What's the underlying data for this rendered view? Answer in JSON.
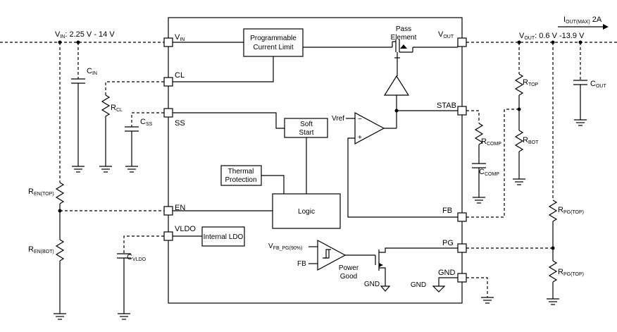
{
  "inputs": {
    "vin_main": "V",
    "vin_sub": "IN",
    "vin_range": ": 2.25 V - 14 V",
    "cin_main": "C",
    "cin_sub": "IN",
    "rcl_main": "R",
    "rcl_sub": "CL",
    "css_main": "C",
    "css_sub": "SS",
    "ren_top_main": "R",
    "ren_top_sub": "EN(TOP)",
    "ren_bot_main": "R",
    "ren_bot_sub": "EN(BOT)",
    "cvldo_main": "C",
    "cvldo_sub": "VLDO"
  },
  "pins": {
    "vin_main": "V",
    "vin_sub": "IN",
    "cl": "CL",
    "ss": "SS",
    "en": "EN",
    "vldo": "VLDO",
    "vout_main": "V",
    "vout_sub": "OUT",
    "stab": "STAB",
    "fb": "FB",
    "pg": "PG",
    "gnd": "GND"
  },
  "blocks": {
    "current_limit_line1": "Programmable",
    "current_limit_line2": "Current Limit",
    "pass_line1": "Pass",
    "pass_line2": "Element",
    "soft_line1": "Soft",
    "soft_line2": "Start",
    "vref": "Vref",
    "thermal_line1": "Thermal",
    "thermal_line2": "Protection",
    "logic": "Logic",
    "ldo": "Internal LDO",
    "vfb_main": "V",
    "vfb_sub": "FB_PG(90%)",
    "fb_in": "FB",
    "pg_line1": "Power",
    "pg_line2": "Good",
    "gnd1": "GND",
    "gnd2": "GND"
  },
  "outputs": {
    "iout_main": "I",
    "iout_sub": "OUT(MAX)",
    "iout_val": " 2A",
    "vout_main": "V",
    "vout_sub": "OUT",
    "vout_range": ": 0.6 V -13.9 V",
    "cout_main": "C",
    "cout_sub": "OUT",
    "rtop_main": "R",
    "rtop_sub": "TOP",
    "rbot_main": "R",
    "rbot_sub": "BOT",
    "rcomp_main": "R",
    "rcomp_sub": "COMP",
    "ccomp_main": "C",
    "ccomp_sub": "COMP",
    "rpg1_main": "R",
    "rpg1_sub": "PG(TOP)",
    "rpg2_main": "R",
    "rpg2_sub": "PG(TOP)"
  }
}
